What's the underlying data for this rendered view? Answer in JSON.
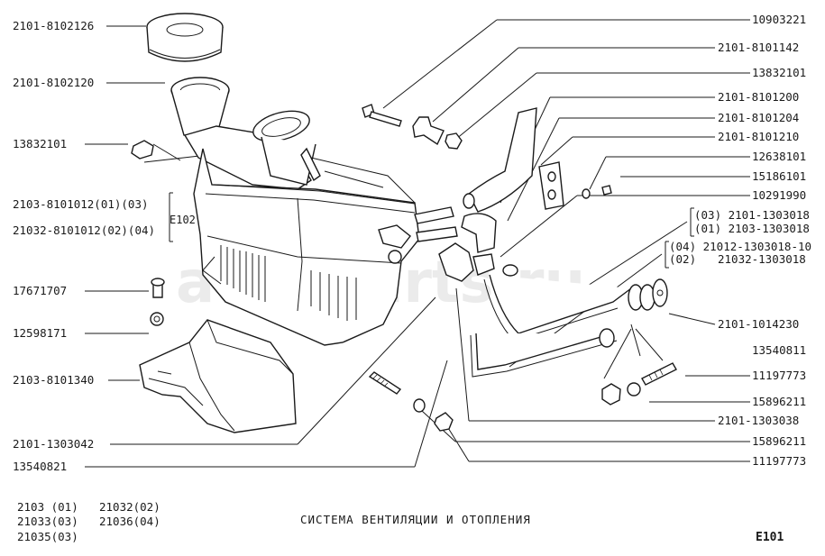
{
  "watermark": "autoparts.ru",
  "left_labels": {
    "l1": "2101-8102126",
    "l2": "2101-8102120",
    "l3": "13832101",
    "l4a": "2103-8101012(01)(03)",
    "l4b": "21032-8101012(02)(04)",
    "e102": "E102",
    "l5": "17671707",
    "l6": "12598171",
    "l7": "2103-8101340",
    "l8": "2101-1303042",
    "l9": "13540821"
  },
  "right_labels": {
    "r1": "10903221",
    "r2": "2101-8101142",
    "r3": "13832101",
    "r4": "2101-8101200",
    "r5": "2101-8101204",
    "r6": "2101-8101210",
    "r7": "12638101",
    "r8": "15186101",
    "r9": "10291990",
    "r10a": "(03) 2101-1303018",
    "r10b": "(01) 2103-1303018",
    "r11a": "(04) 21012-1303018-10",
    "r11b": "(02)",
    "r11c": "21032-1303018",
    "r12": "2101-1014230",
    "r13": "13540811",
    "r14": "11197773",
    "r15": "15896211",
    "r16": "2101-1303038",
    "r17": "15896211",
    "r18": "11197773"
  },
  "footer": {
    "models_a1": "2103  (01)",
    "models_a2": "21033(03)",
    "models_a3": "21035(03)",
    "models_b1": "21032(02)",
    "models_b2": "21036(04)",
    "title": "СИСТЕМА ВЕНТИЛЯЦИИ И ОТОПЛЕНИЯ",
    "page_code": "E101"
  }
}
